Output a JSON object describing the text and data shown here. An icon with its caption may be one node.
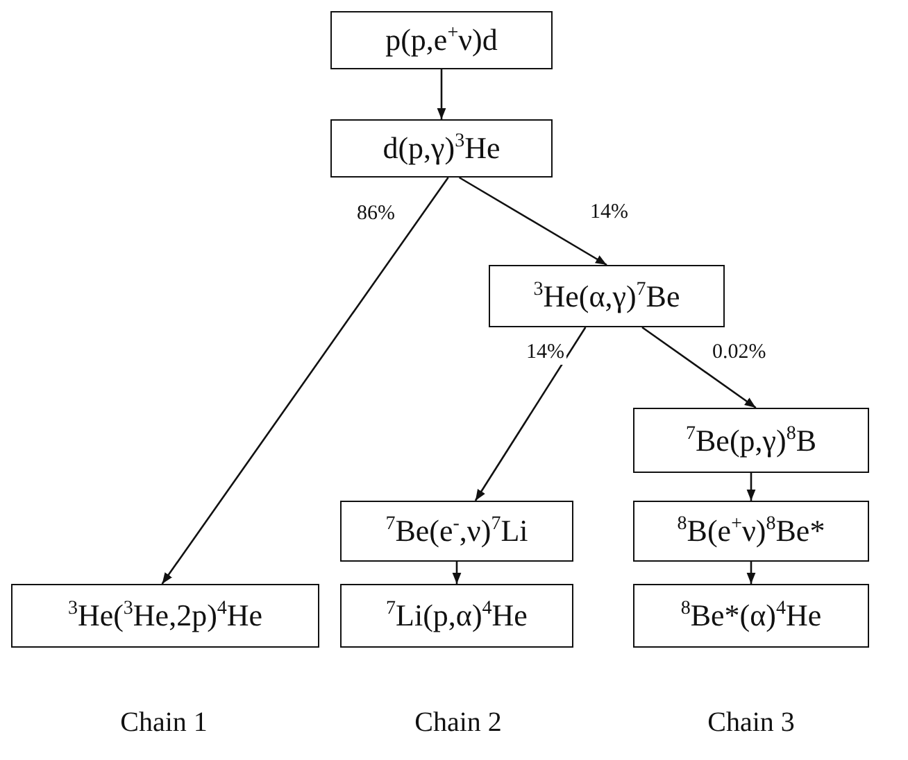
{
  "diagram": {
    "nodes": [
      {
        "text": [
          "p(p,e$^{+}$ν)d"
        ]
      },
      {
        "text": [
          "d(p,γ)$^{3}$He"
        ]
      },
      {
        "text": [
          "$^{3}$He(α,γ)$^{7}$Be"
        ]
      },
      {
        "text": [
          "$^{7}$Be(p,γ)$^{8}$B"
        ]
      },
      {
        "text": [
          "$^{7}$Be(e$^{-}$,ν)$^{7}$Li"
        ]
      },
      {
        "text": [
          "$^{8}$B(e$^{+}$ν)$^{8}$Be*"
        ]
      },
      {
        "text": [
          "$^{3}$He($^{3}$He,2p)$^{4}$He"
        ]
      },
      {
        "text": [
          "$^{7}$Li(p,α)$^{4}$He"
        ]
      },
      {
        "text": [
          "$^{8}$Be*(α)$^{4}$He"
        ]
      }
    ],
    "edges": [
      {
        "from": 0,
        "to": 1,
        "arrow": "to"
      },
      {
        "from": 1,
        "to": 6,
        "arrow": "to",
        "label": "86%"
      },
      {
        "from": 1,
        "to": 2,
        "arrow": "to",
        "label": "14%"
      },
      {
        "from": 2,
        "to": 4,
        "arrow": "to",
        "label": "14%"
      },
      {
        "from": 2,
        "to": 3,
        "arrow": "to",
        "label": "0.02%"
      },
      {
        "from": 3,
        "to": 5,
        "arrow": "to"
      },
      {
        "from": 4,
        "to": 7,
        "arrow": "to"
      },
      {
        "from": 5,
        "to": 8,
        "arrow": "to"
      }
    ],
    "labels": [
      "Chain 1",
      "Chain 2",
      "Chain 3"
    ]
  }
}
